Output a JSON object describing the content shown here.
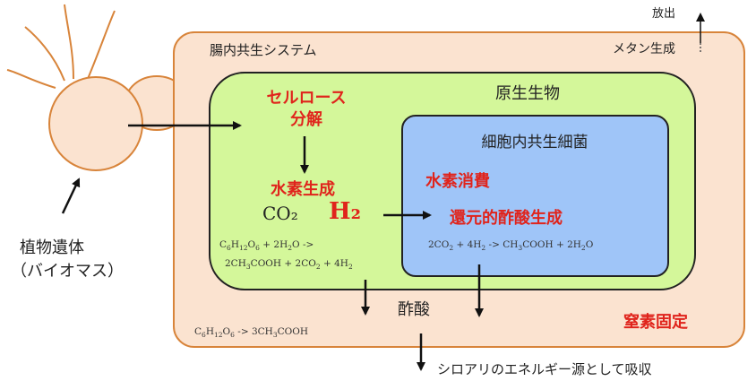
{
  "labels": {
    "release": "放出",
    "methanogenesis": "メタン生成",
    "gut_system": "腸内共生システム",
    "protist": "原生生物",
    "cellulose_line1": "セルロース",
    "cellulose_line2": "分解",
    "endosymbiont": "細胞内共生細菌",
    "h2_production": "水素生成",
    "h2_consumption": "水素消費",
    "acetogenesis": "還元的酢酸生成",
    "co2": "CO₂",
    "h2": "H₂",
    "acetate": "酢酸",
    "nitrogen_fixation": "窒素固定",
    "plant_debris_line1": "植物遺体",
    "plant_debris_line2": "（バイオマス）",
    "energy_source": "シロアリのエネルギー源として吸収"
  },
  "formulas": {
    "fermentation_line1": "C6H12O6 + 2H2O ->",
    "fermentation_line2": "2CH3COOH + 2CO2 + 4H2",
    "acetogenesis_reaction": "2CO2 + 4H2 -> CH3COOH + 2H2O",
    "glucose_to_acetate": "C6H12O6 -> 3CH3COOH"
  },
  "colors": {
    "system_fill": "#fbe3d0",
    "system_border": "#d8843a",
    "protist_fill": "#d4f79a",
    "bacteria_fill": "#9fc5f8",
    "highlight_red": "#e0241c"
  }
}
